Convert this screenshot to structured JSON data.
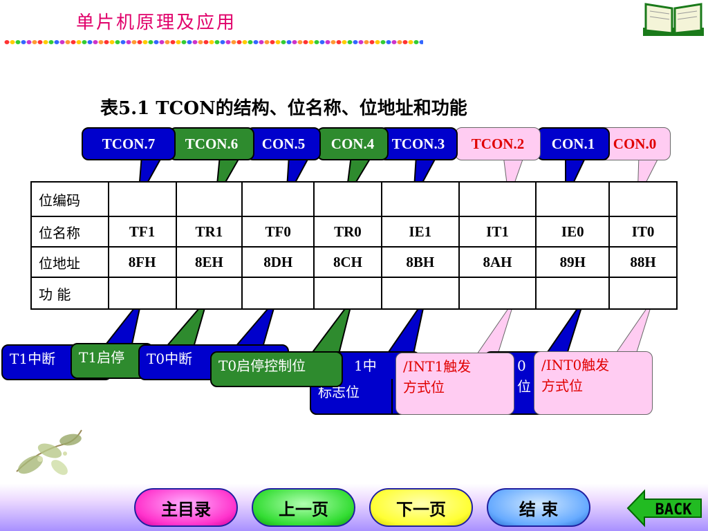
{
  "header": {
    "title": "单片机原理及应用"
  },
  "table_title": "表5.1    TCON的结构、位名称、位地址和功能",
  "top_bubbles": [
    {
      "label": "TCON.7",
      "color": "blue"
    },
    {
      "label": "TCON.6",
      "color": "green"
    },
    {
      "label": "CON.5",
      "color": "blue"
    },
    {
      "label": "CON.4",
      "color": "green"
    },
    {
      "label": "TCON.3",
      "color": "blue"
    },
    {
      "label": "TCON.2",
      "color": "pink"
    },
    {
      "label": "CON.1",
      "color": "blue"
    },
    {
      "label": "CON.0",
      "color": "pink"
    }
  ],
  "table": {
    "row_headers": [
      "位编码",
      "位名称",
      "位地址",
      "功  能"
    ],
    "bit_names": [
      "TF1",
      "TR1",
      "TF0",
      "TR0",
      "IE1",
      "IT1",
      "IE0",
      "IT0"
    ],
    "bit_addresses": [
      "8FH",
      "8EH",
      "8DH",
      "8CH",
      "8BH",
      "8AH",
      "89H",
      "88H"
    ]
  },
  "function_boxes": [
    {
      "line1": "T1中断",
      "line2": "",
      "color": "blue"
    },
    {
      "line1": "T1启停",
      "line2": "",
      "color": "green"
    },
    {
      "line1": "T0中断",
      "line2": "",
      "color": "blue"
    },
    {
      "line1": "T0启停控制位",
      "line2": "",
      "color": "green"
    },
    {
      "line1": "1中",
      "line2": "标志位",
      "color": "blue"
    },
    {
      "line1": "/INT1触发",
      "line2": "方式位",
      "color": "pink"
    },
    {
      "line1": "0",
      "line2": "位",
      "color": "blue"
    },
    {
      "line1": "/INT0触发",
      "line2": "方式位",
      "color": "pink"
    }
  ],
  "nav": {
    "main_menu": "主目录",
    "prev": "上一页",
    "next": "下一页",
    "end": "结  束",
    "back": "BACK"
  },
  "colors": {
    "title_pink": "#e0006a",
    "bubble_blue": "#0000cc",
    "bubble_green": "#2e8b2e",
    "bubble_pink": "#ffccf2",
    "pink_text": "#e00000"
  }
}
